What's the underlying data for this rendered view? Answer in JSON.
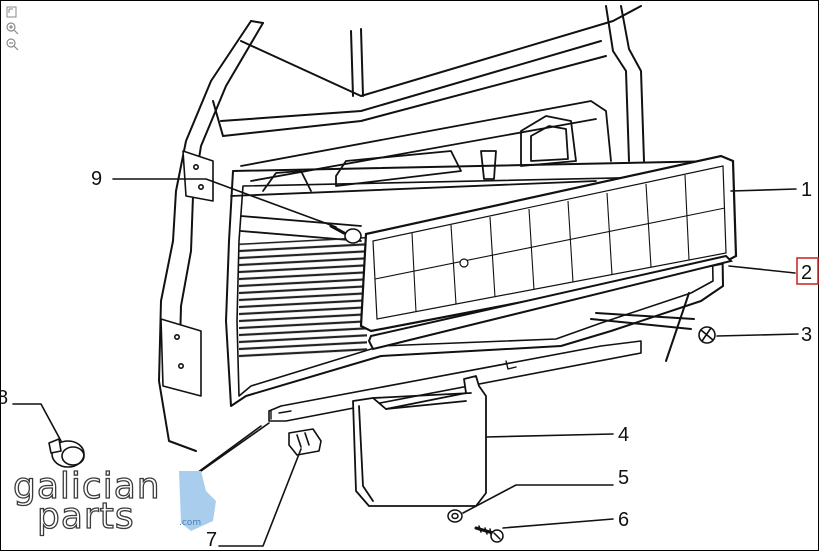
{
  "toolbar": {
    "items": [
      {
        "label": "Reset view",
        "icon": "reset-icon"
      },
      {
        "label": "Zoom in",
        "icon": "zoom-in-icon"
      },
      {
        "label": "Zoom out",
        "icon": "zoom-out-icon"
      }
    ]
  },
  "diagram": {
    "callouts": [
      "1",
      "2",
      "3",
      "4",
      "5",
      "6",
      "7",
      "8",
      "9"
    ],
    "selected_callout": "2",
    "highlight_color": "#d12b2b"
  },
  "watermark": {
    "line1": "galician",
    "line2": "parts",
    "domain": ".com",
    "accent_color": "#a9cdec"
  }
}
